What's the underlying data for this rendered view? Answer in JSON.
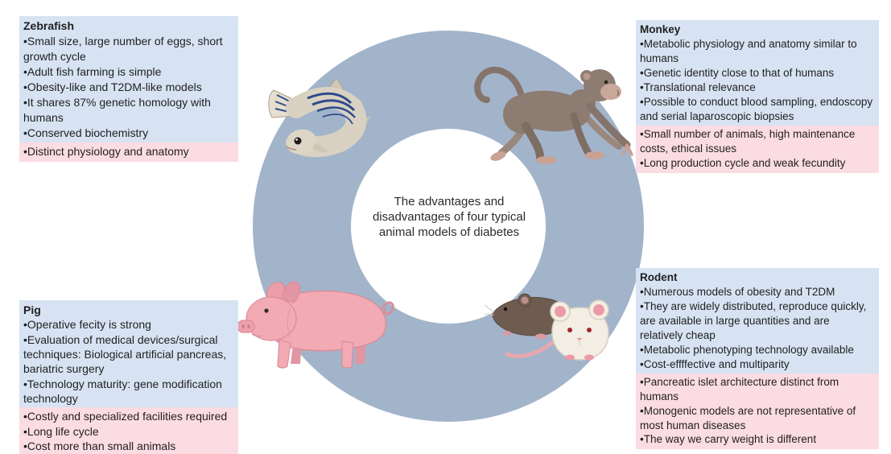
{
  "center": {
    "title": "The advantages and disadvantages of four typical animal models of diabetes"
  },
  "colors": {
    "ring": "#a2b4ca",
    "advantages_bg": "#d7e3f3",
    "disadvantages_bg": "#fbdce2",
    "text": "#1f1f1f"
  },
  "panels": [
    {
      "id": "zebrafish",
      "name": "Zebrafish",
      "advantages": [
        "Small size, large number of eggs, short growth cycle",
        "Adult fish farming is simple",
        "Obesity-like and T2DM-like models",
        "It shares 87% genetic homology with humans",
        "Conserved biochemistry"
      ],
      "disadvantages": [
        "Distinct physiology and anatomy"
      ]
    },
    {
      "id": "monkey",
      "name": "Monkey",
      "advantages": [
        "Metabolic physiology and anatomy similar to humans",
        "Genetic identity close to that of humans",
        "Translational relevance",
        "Possible to conduct blood sampling, endoscopy and serial laparoscopic biopsies"
      ],
      "disadvantages": [
        "Small number of animals, high maintenance costs, ethical issues",
        "Long production cycle and weak fecundity"
      ]
    },
    {
      "id": "pig",
      "name": "Pig",
      "advantages": [
        "Operative fecity is strong",
        "Evaluation of medical devices/surgical techniques: Biological artificial pancreas, bariatric surgery",
        "Technology maturity: gene modification technology"
      ],
      "disadvantages": [
        "Costly and specialized facilities required",
        "Long life cycle",
        "Cost more than small animals"
      ]
    },
    {
      "id": "rodent",
      "name": "Rodent",
      "advantages": [
        "Numerous models of obesity and T2DM",
        "They are widely distributed, reproduce quickly, are available in large quantities and are relatively cheap",
        "Metabolic phenotyping technology available",
        "Cost-effffective and multiparity"
      ],
      "disadvantages": [
        "Pancreatic islet architecture distinct from humans",
        "Monogenic models are not representative of most human diseases",
        "The way we carry weight is different"
      ]
    }
  ],
  "illustrations": {
    "zebrafish": "zebrafish-illustration",
    "monkey": "monkey-illustration",
    "pig": "pig-illustration",
    "rodent": "rodent-illustration"
  }
}
